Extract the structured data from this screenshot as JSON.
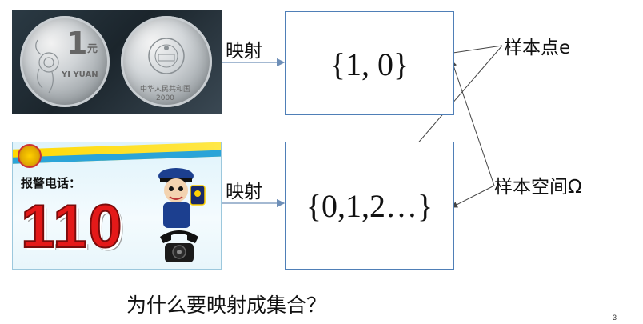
{
  "coin_image": {
    "numeral": "1",
    "yuan_char": "元",
    "denomination": "YI YUAN",
    "country_text": "中华人民共和国",
    "year": "2000"
  },
  "police_image": {
    "report_label": "报警电话：",
    "emergency_number": "110"
  },
  "mapping_label_top": "映射",
  "mapping_label_bottom": "映射",
  "set_top": "{1, 0}",
  "set_bottom": "{0,1,2…}",
  "sample_point_label": "样本点e",
  "sample_space_label": "样本空间Ω",
  "question": "为什么要映射成集合？",
  "page_number": "3",
  "colors": {
    "box_border": "#4f7fb7",
    "arrow": "#6e8fb8",
    "callout_line": "#444444"
  }
}
